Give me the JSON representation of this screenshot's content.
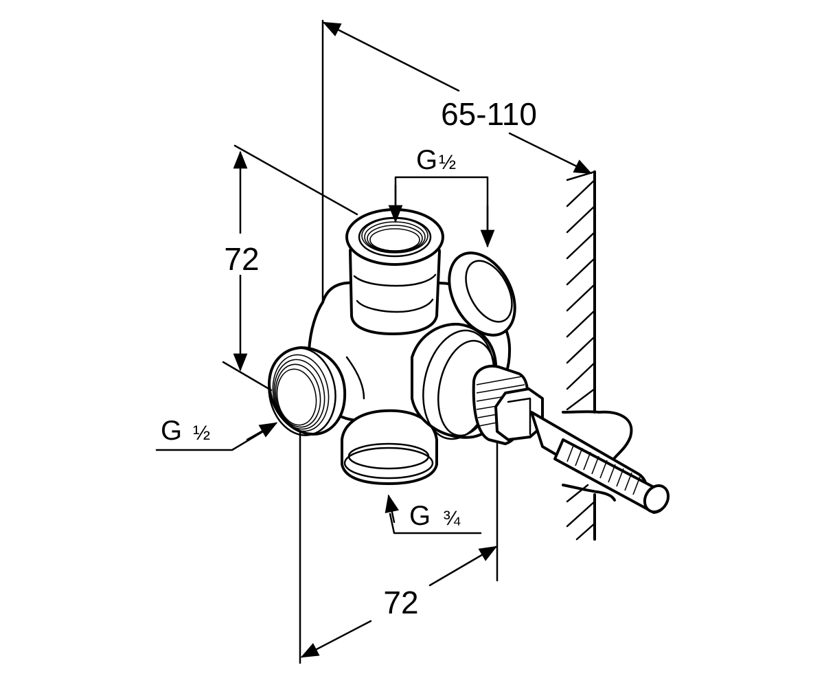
{
  "dimensions": {
    "depth": "65-110",
    "height": "72",
    "width": "72"
  },
  "threads": {
    "top_outlet": {
      "prefix": "G",
      "fraction": "½"
    },
    "left_outlet": {
      "prefix": "G",
      "fraction": "½"
    },
    "bottom_outlet": {
      "prefix": "G",
      "fraction": "¾"
    }
  },
  "colors": {
    "line": "#000000",
    "background": "#ffffff"
  }
}
